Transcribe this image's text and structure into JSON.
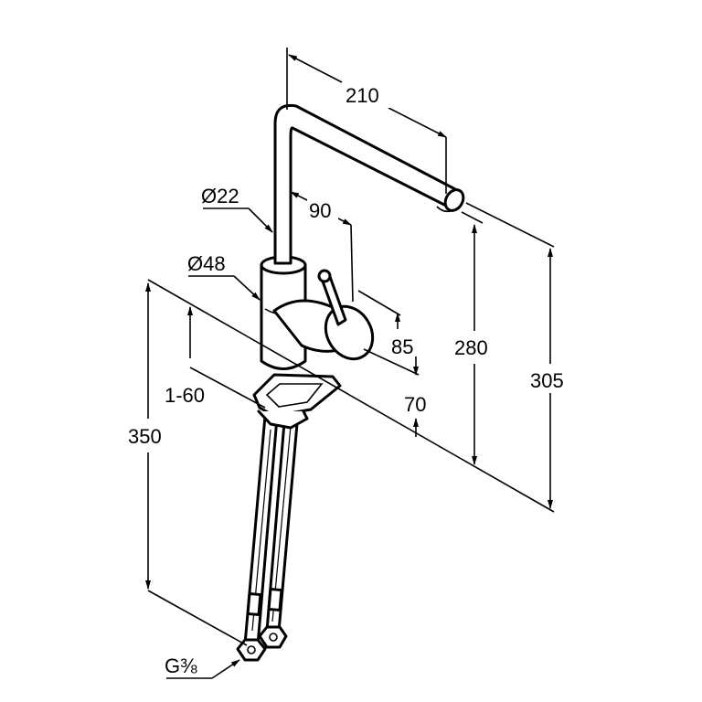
{
  "drawing": {
    "dimensions": {
      "spout_reach": "210",
      "spout_diameter": "Ø22",
      "lever_angle": "90",
      "body_diameter": "Ø48",
      "lever_height": "85",
      "spout_height": "280",
      "total_height": "305",
      "counter_thickness": "1-60",
      "base_height": "70",
      "hose_length": "350",
      "connection_thread": "G⅜"
    }
  }
}
